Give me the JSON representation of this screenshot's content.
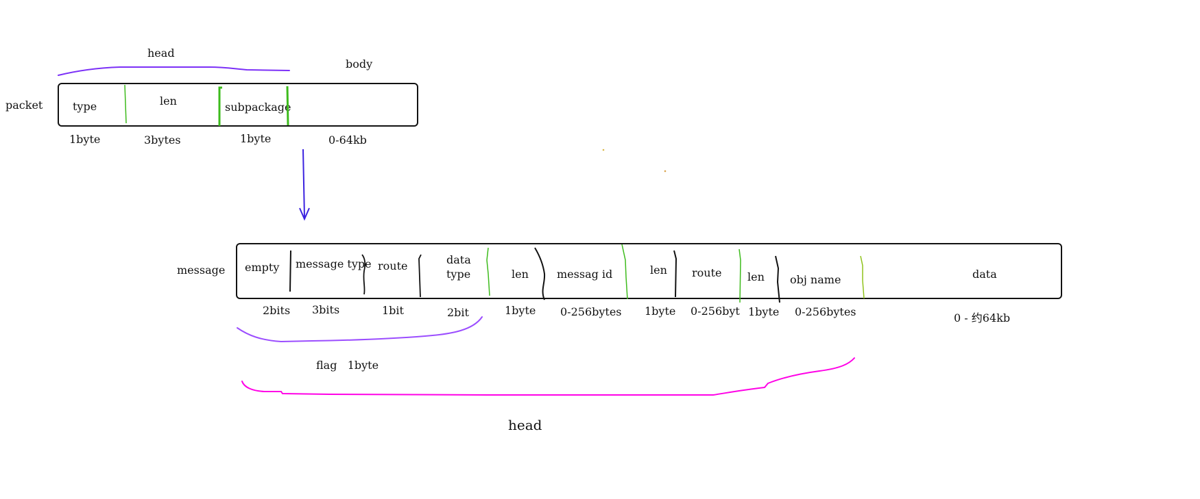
{
  "packet": {
    "row_label": "packet",
    "head_label": "head",
    "body_label": "body",
    "fields": [
      "type",
      "len",
      "subpackage"
    ],
    "sizes": [
      "1byte",
      "3bytes",
      "1byte",
      "0-64kb"
    ]
  },
  "message": {
    "row_label": "message",
    "fields": {
      "empty": "empty",
      "message_type": "message type",
      "route_flag": "route",
      "data_type_1": "data",
      "data_type_2": "type",
      "len_1": "len",
      "message_id": "messag id",
      "len_2": "len",
      "route": "route",
      "len_3": "len",
      "obj_name": "obj name",
      "data": "data"
    },
    "sizes": {
      "empty": "2bits",
      "message_type": "3bits",
      "route_flag": "1bit",
      "data_type": "2bit",
      "len_1": "1byte",
      "message_id": "0-256bytes",
      "len_2": "1byte",
      "route": "0-256byt",
      "len_3": "1byte",
      "obj_name": "0-256bytes",
      "data": "0 - 约64kb"
    },
    "flag_label": "flag   1byte",
    "head_label": "head"
  },
  "colors": {
    "packet_brace": "#7b2ff7",
    "arrow": "#3b22e0",
    "green_divider": "#3dbb1c",
    "flag_brace": "#9b4dff",
    "head_brace": "#ff00e6"
  }
}
